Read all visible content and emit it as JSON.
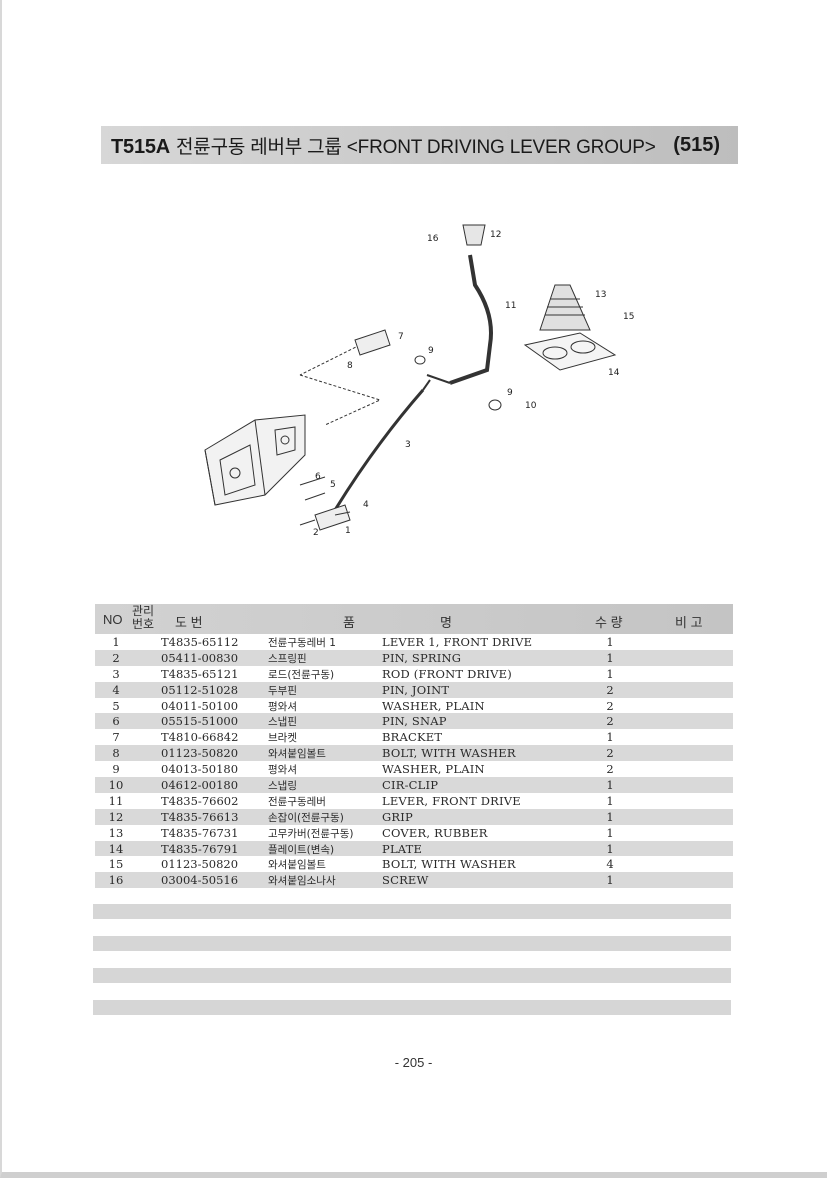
{
  "header": {
    "code": "T515A",
    "title": "전륜구동 레버부 그룹 <FRONT DRIVING LEVER GROUP>",
    "page_ref": "(515)"
  },
  "diagram": {
    "callouts": [
      "1",
      "2",
      "3",
      "4",
      "5",
      "6",
      "7",
      "8",
      "9",
      "9",
      "10",
      "11",
      "12",
      "13",
      "14",
      "15",
      "16"
    ]
  },
  "table": {
    "headers": {
      "no": "NO",
      "mgmt_top": "관리",
      "mgmt_bottom": "번호",
      "drawing": "도  번",
      "name_kor": "품",
      "name_eng": "명",
      "qty": "수 량",
      "remarks": "비 고"
    },
    "rows": [
      {
        "no": "1",
        "part": "T4835-65112",
        "kor": "전륜구동레버 1",
        "eng": "LEVER 1, FRONT DRIVE",
        "qty": "1"
      },
      {
        "no": "2",
        "part": "05411-00830",
        "kor": "스프링핀",
        "eng": "PIN, SPRING",
        "qty": "1"
      },
      {
        "no": "3",
        "part": "T4835-65121",
        "kor": "로드(전륜구동)",
        "eng": "ROD (FRONT DRIVE)",
        "qty": "1"
      },
      {
        "no": "4",
        "part": "05112-51028",
        "kor": "두부핀",
        "eng": "PIN, JOINT",
        "qty": "2"
      },
      {
        "no": "5",
        "part": "04011-50100",
        "kor": "평와셔",
        "eng": "WASHER, PLAIN",
        "qty": "2"
      },
      {
        "no": "6",
        "part": "05515-51000",
        "kor": "스냅핀",
        "eng": "PIN, SNAP",
        "qty": "2"
      },
      {
        "no": "7",
        "part": "T4810-66842",
        "kor": "브라켓",
        "eng": "BRACKET",
        "qty": "1"
      },
      {
        "no": "8",
        "part": "01123-50820",
        "kor": "와셔붙임볼트",
        "eng": "BOLT, WITH WASHER",
        "qty": "2"
      },
      {
        "no": "9",
        "part": "04013-50180",
        "kor": "평와셔",
        "eng": "WASHER, PLAIN",
        "qty": "2"
      },
      {
        "no": "10",
        "part": "04612-00180",
        "kor": "스냅링",
        "eng": "CIR-CLIP",
        "qty": "1"
      },
      {
        "no": "11",
        "part": "T4835-76602",
        "kor": "전륜구동레버",
        "eng": "LEVER, FRONT DRIVE",
        "qty": "1"
      },
      {
        "no": "12",
        "part": "T4835-76613",
        "kor": "손잡이(전륜구동)",
        "eng": "GRIP",
        "qty": "1"
      },
      {
        "no": "13",
        "part": "T4835-76731",
        "kor": "고무카버(전륜구동)",
        "eng": "COVER, RUBBER",
        "qty": "1"
      },
      {
        "no": "14",
        "part": "T4835-76791",
        "kor": "플레이트(변속)",
        "eng": "PLATE",
        "qty": "1"
      },
      {
        "no": "15",
        "part": "01123-50820",
        "kor": "와셔붙임볼트",
        "eng": "BOLT, WITH WASHER",
        "qty": "4"
      },
      {
        "no": "16",
        "part": "03004-50516",
        "kor": "와셔붙임소나사",
        "eng": "SCREW",
        "qty": "1"
      }
    ]
  },
  "footer": {
    "page_number": "- 205 -"
  }
}
